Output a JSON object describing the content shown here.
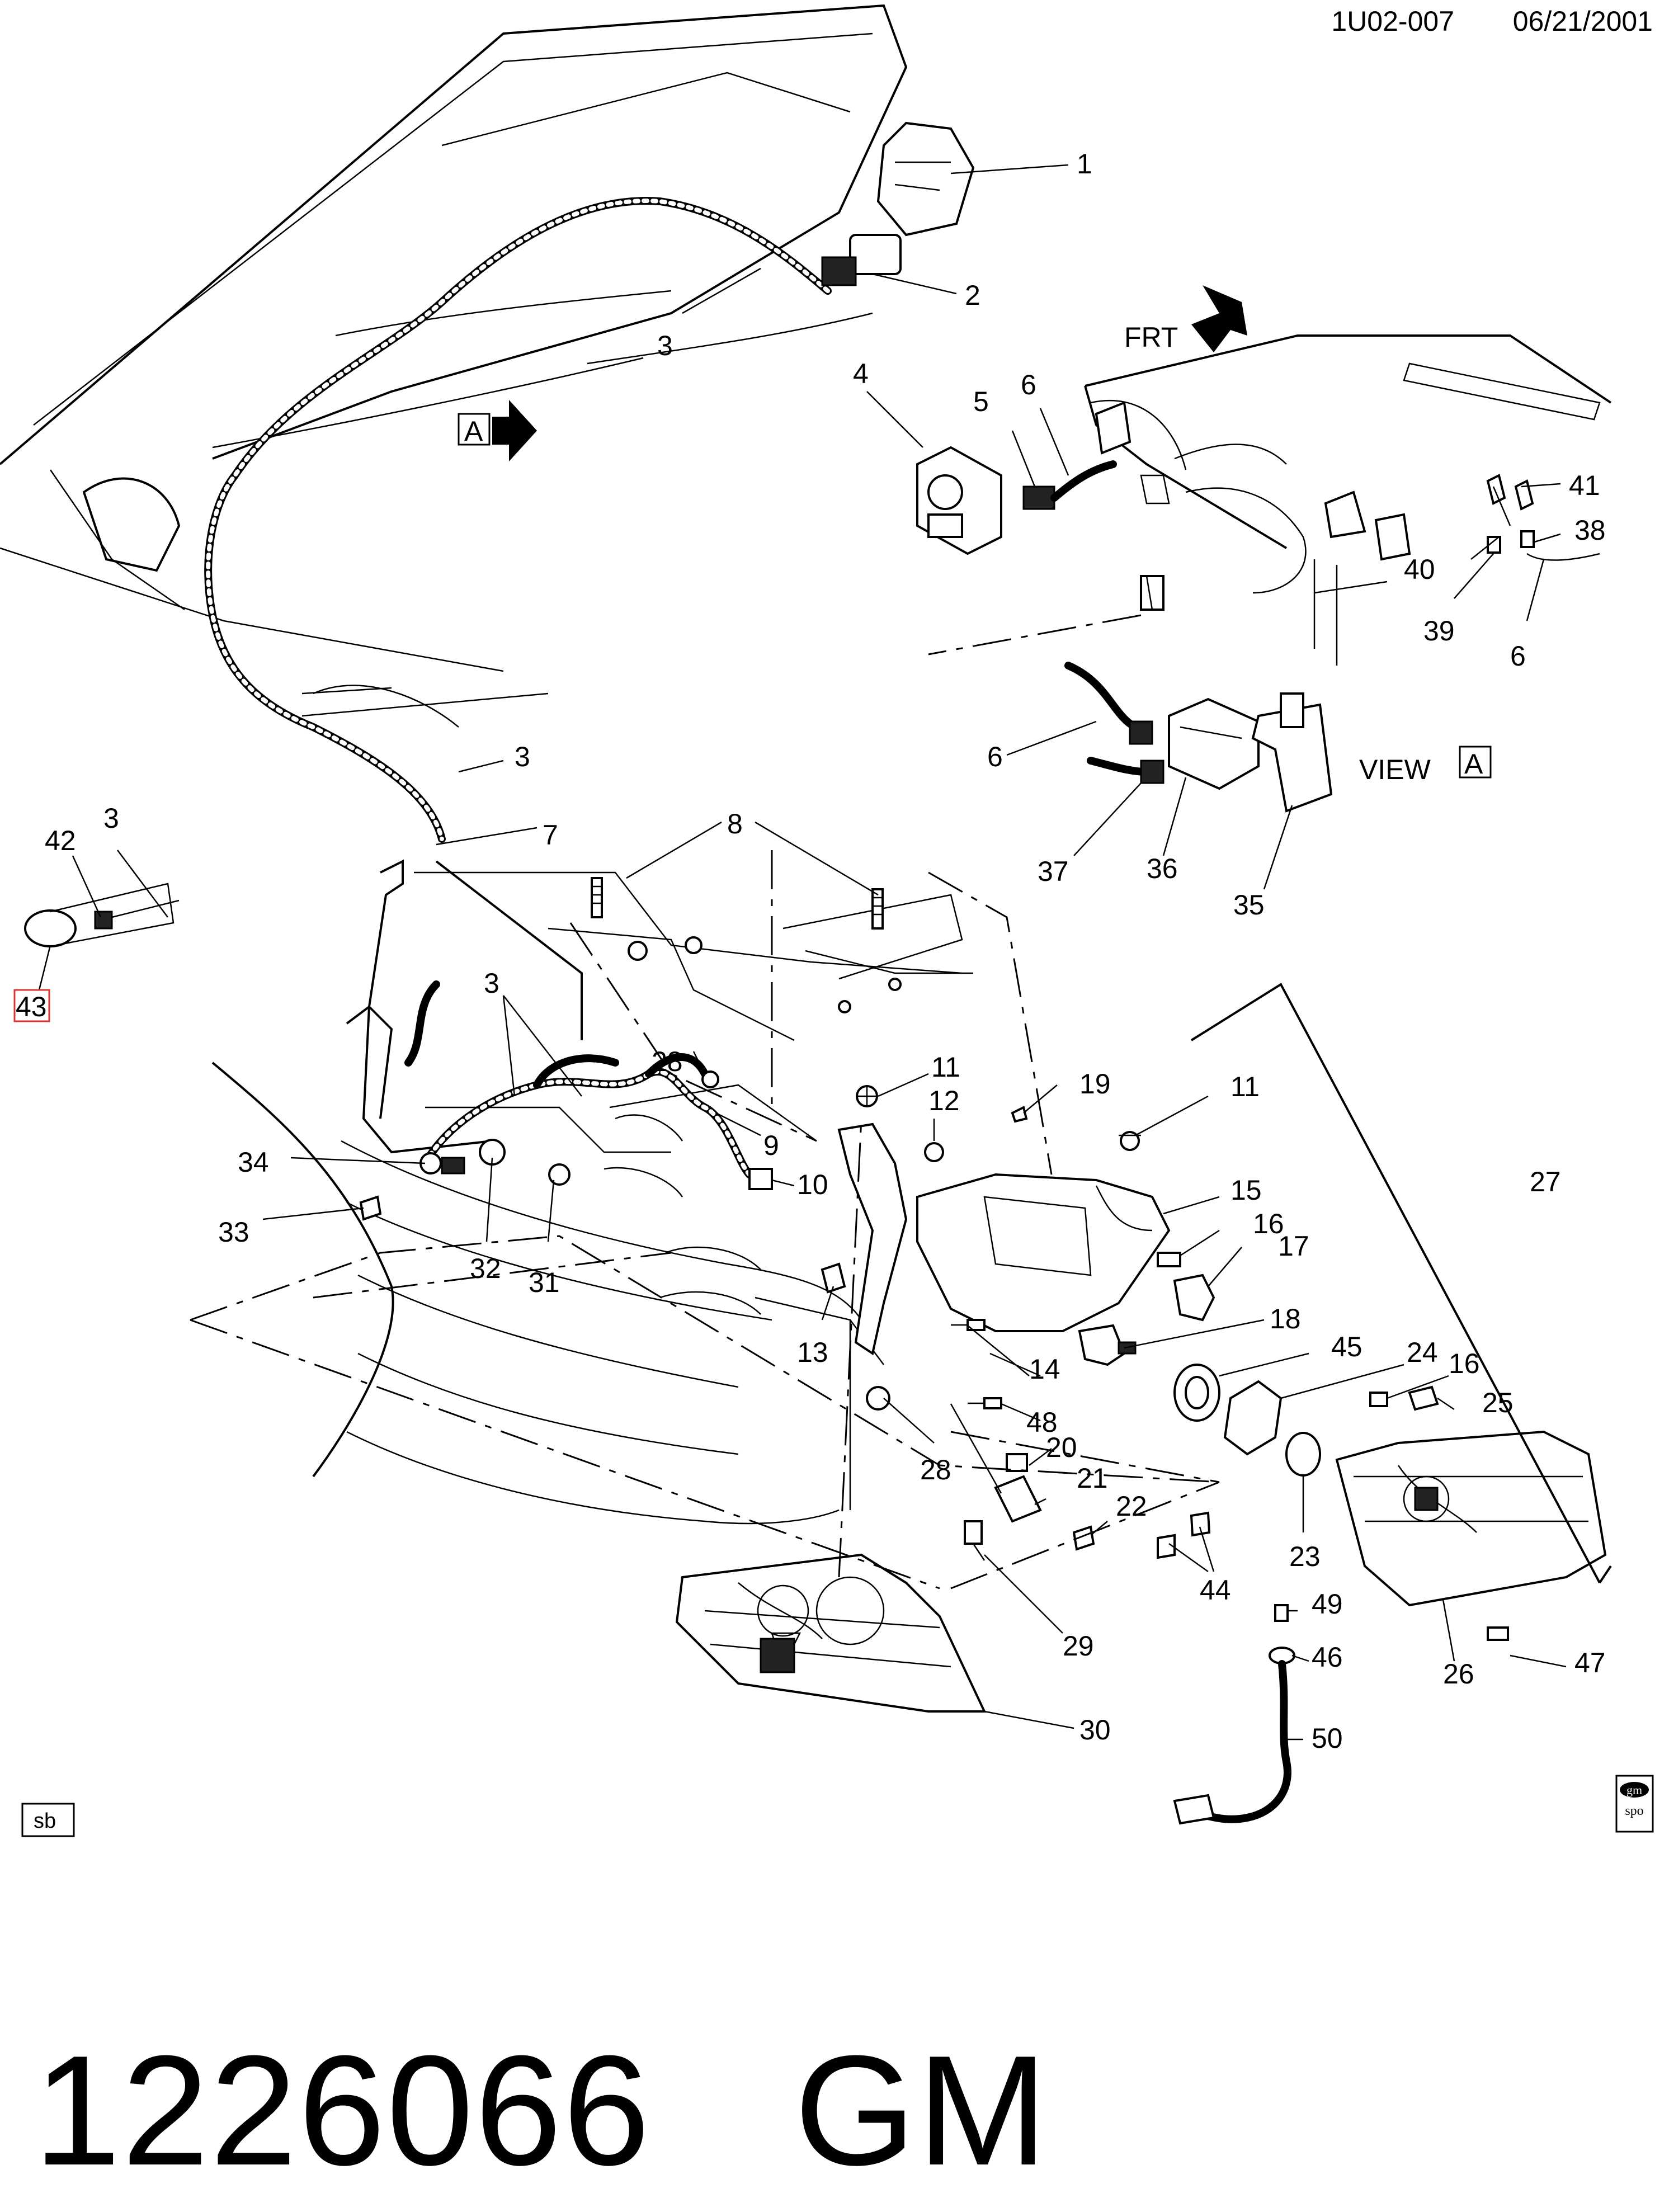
{
  "header": {
    "code": "1U02-007",
    "date": "06/21/2001"
  },
  "footer": {
    "part_number": "1226066",
    "brand": "GM"
  },
  "markers": {
    "view_ref": "A",
    "view_label": "VIEW",
    "front_label": "FRT",
    "sb_badge": "sb",
    "gm_logo_line1": "gm",
    "gm_logo_line2": "spo"
  },
  "callouts": [
    {
      "id": "c1",
      "text": "1"
    },
    {
      "id": "c2",
      "text": "2"
    },
    {
      "id": "c3a",
      "text": "3"
    },
    {
      "id": "c3b",
      "text": "3"
    },
    {
      "id": "c3c",
      "text": "3"
    },
    {
      "id": "c3d",
      "text": "3"
    },
    {
      "id": "c4",
      "text": "4"
    },
    {
      "id": "c5",
      "text": "5"
    },
    {
      "id": "c6a",
      "text": "6"
    },
    {
      "id": "c6b",
      "text": "6"
    },
    {
      "id": "c6c",
      "text": "6"
    },
    {
      "id": "c7",
      "text": "7"
    },
    {
      "id": "c8",
      "text": "8"
    },
    {
      "id": "c9",
      "text": "9"
    },
    {
      "id": "c10",
      "text": "10"
    },
    {
      "id": "c11a",
      "text": "11"
    },
    {
      "id": "c11b",
      "text": "11"
    },
    {
      "id": "c12",
      "text": "12"
    },
    {
      "id": "c13",
      "text": "13"
    },
    {
      "id": "c14",
      "text": "14"
    },
    {
      "id": "c15",
      "text": "15"
    },
    {
      "id": "c16a",
      "text": "16"
    },
    {
      "id": "c16b",
      "text": "16"
    },
    {
      "id": "c17",
      "text": "17"
    },
    {
      "id": "c18",
      "text": "18"
    },
    {
      "id": "c19",
      "text": "19"
    },
    {
      "id": "c20",
      "text": "20"
    },
    {
      "id": "c21",
      "text": "21"
    },
    {
      "id": "c22",
      "text": "22"
    },
    {
      "id": "c23",
      "text": "23"
    },
    {
      "id": "c24",
      "text": "24"
    },
    {
      "id": "c25",
      "text": "25"
    },
    {
      "id": "c26",
      "text": "26"
    },
    {
      "id": "c27",
      "text": "27"
    },
    {
      "id": "c28a",
      "text": "28"
    },
    {
      "id": "c28b",
      "text": "28"
    },
    {
      "id": "c29",
      "text": "29"
    },
    {
      "id": "c30",
      "text": "30"
    },
    {
      "id": "c31",
      "text": "31"
    },
    {
      "id": "c32",
      "text": "32"
    },
    {
      "id": "c33",
      "text": "33"
    },
    {
      "id": "c34",
      "text": "34"
    },
    {
      "id": "c35",
      "text": "35"
    },
    {
      "id": "c36",
      "text": "36"
    },
    {
      "id": "c37",
      "text": "37"
    },
    {
      "id": "c38",
      "text": "38"
    },
    {
      "id": "c39",
      "text": "39"
    },
    {
      "id": "c40",
      "text": "40"
    },
    {
      "id": "c41",
      "text": "41"
    },
    {
      "id": "c42",
      "text": "42"
    },
    {
      "id": "c43",
      "text": "43"
    },
    {
      "id": "c44",
      "text": "44"
    },
    {
      "id": "c45",
      "text": "45"
    },
    {
      "id": "c46",
      "text": "46"
    },
    {
      "id": "c47",
      "text": "47"
    },
    {
      "id": "c48",
      "text": "48"
    },
    {
      "id": "c49",
      "text": "49"
    },
    {
      "id": "c50",
      "text": "50"
    }
  ]
}
